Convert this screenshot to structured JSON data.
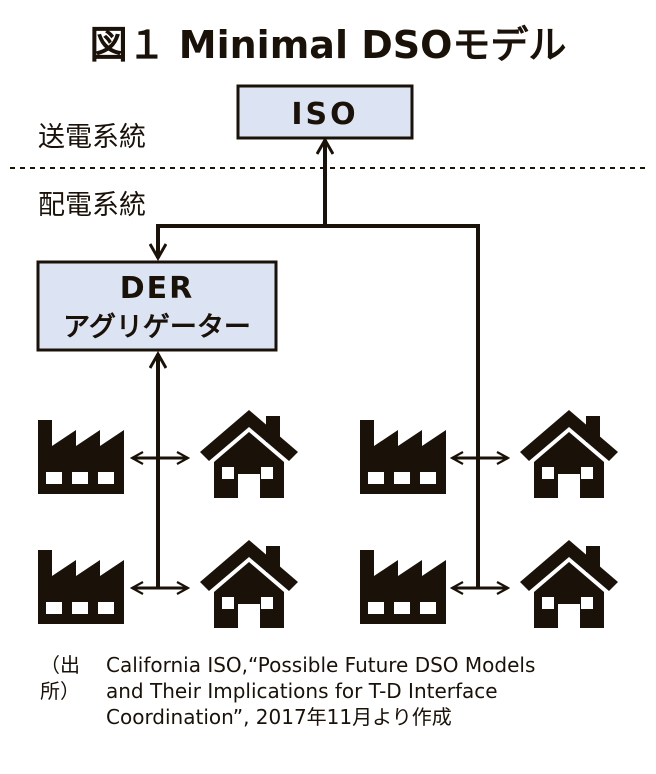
{
  "title": "図１ Minimal DSOモデル",
  "iso_label": "ISO",
  "der_label_line1": "DER",
  "der_label_line2": "アグリゲーター",
  "transmission_label": "送電系統",
  "distribution_label": "配電系統",
  "source_prefix": "（出所）",
  "source_lines": [
    "California ISO,“Possible Future DSO Models",
    "and Their Implications for T-D Interface",
    "Coordination”, 2017年11月より作成"
  ],
  "colors": {
    "box_fill": "#dce4f4",
    "ink": "#1a1209"
  },
  "icons": [
    "factory-icon",
    "house-icon",
    "double-arrow-icon"
  ]
}
